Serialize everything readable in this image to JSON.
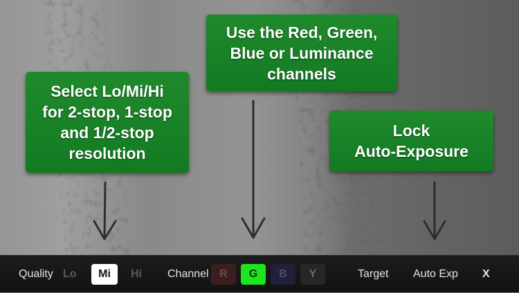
{
  "callouts": {
    "quality": "Select Lo/Mi/Hi\nfor 2-stop, 1-stop\nand 1/2-stop\nresolution",
    "channel": "Use the Red, Green,\nBlue or Luminance\nchannels",
    "lock": "Lock\nAuto-Exposure"
  },
  "toolbar": {
    "quality_label": "Quality",
    "quality_options": [
      "Lo",
      "Mi",
      "Hi"
    ],
    "quality_selected": "Mi",
    "channel_label": "Channel",
    "channels": [
      {
        "label": "R",
        "color": "#3a1f1f",
        "text": "#6e4a4a"
      },
      {
        "label": "G",
        "color": "#1ee61e",
        "text": "#0c3b0c"
      },
      {
        "label": "B",
        "color": "#20203a",
        "text": "#4d4d76"
      },
      {
        "label": "Y",
        "color": "#262626",
        "text": "#6a6a6a"
      }
    ],
    "channel_selected": "G",
    "target_label": "Target",
    "auto_exp_label": "Auto Exp",
    "close_label": "X"
  },
  "colors": {
    "callout_green": "#1a832a",
    "selected_white": "#ffffff",
    "toolbar_bg": "#161616"
  }
}
